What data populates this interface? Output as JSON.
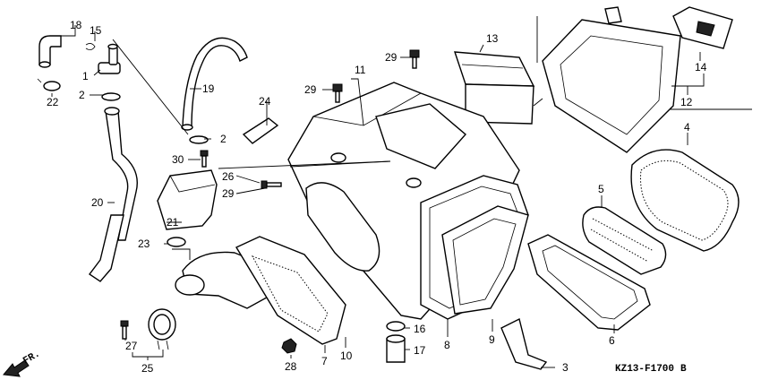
{
  "callouts": [
    "1",
    "2",
    "2",
    "3",
    "4",
    "5",
    "6",
    "7",
    "8",
    "9",
    "10",
    "11",
    "12",
    "13",
    "14",
    "15",
    "16",
    "17",
    "18",
    "19",
    "20",
    "21",
    "22",
    "23",
    "24",
    "25",
    "26",
    "27",
    "28",
    "29",
    "29",
    "29",
    "30"
  ],
  "diagram_code": "KZ13-F1700",
  "revision_mark": "B",
  "direction_label": "FR."
}
